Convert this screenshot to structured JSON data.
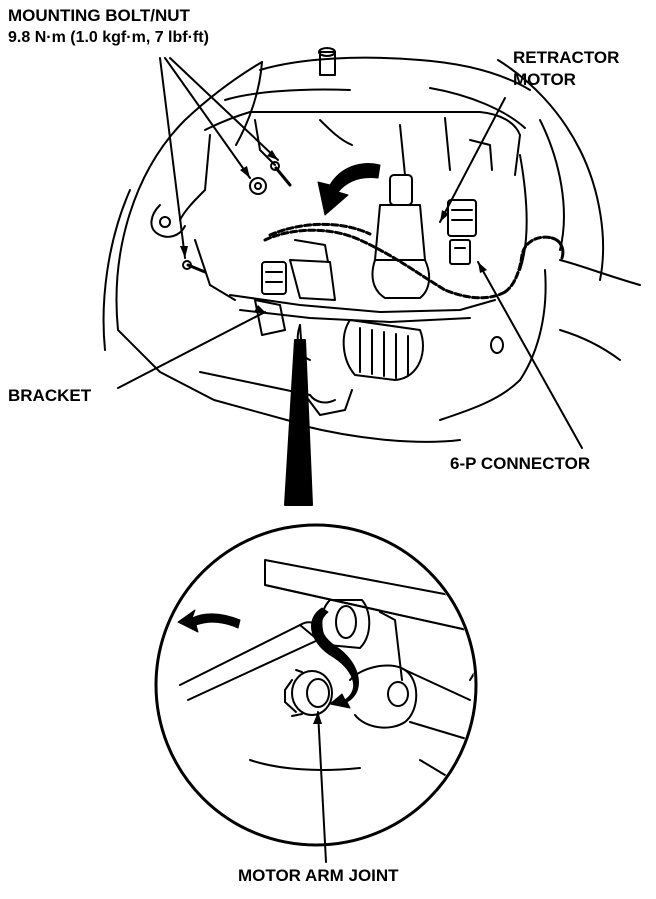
{
  "callouts": {
    "mounting_bolt": {
      "title": "MOUNTING BOLT/NUT",
      "torque": "9.8 N·m (1.0 kgf·m, 7 lbf·ft)"
    },
    "retractor_motor": {
      "line1": "RETRACTOR",
      "line2": "MOTOR"
    },
    "bracket": "BRACKET",
    "connector": "6-P CONNECTOR",
    "motor_arm_joint": "MOTOR ARM JOINT"
  },
  "colors": {
    "ink": "#000000",
    "paper": "#ffffff"
  }
}
